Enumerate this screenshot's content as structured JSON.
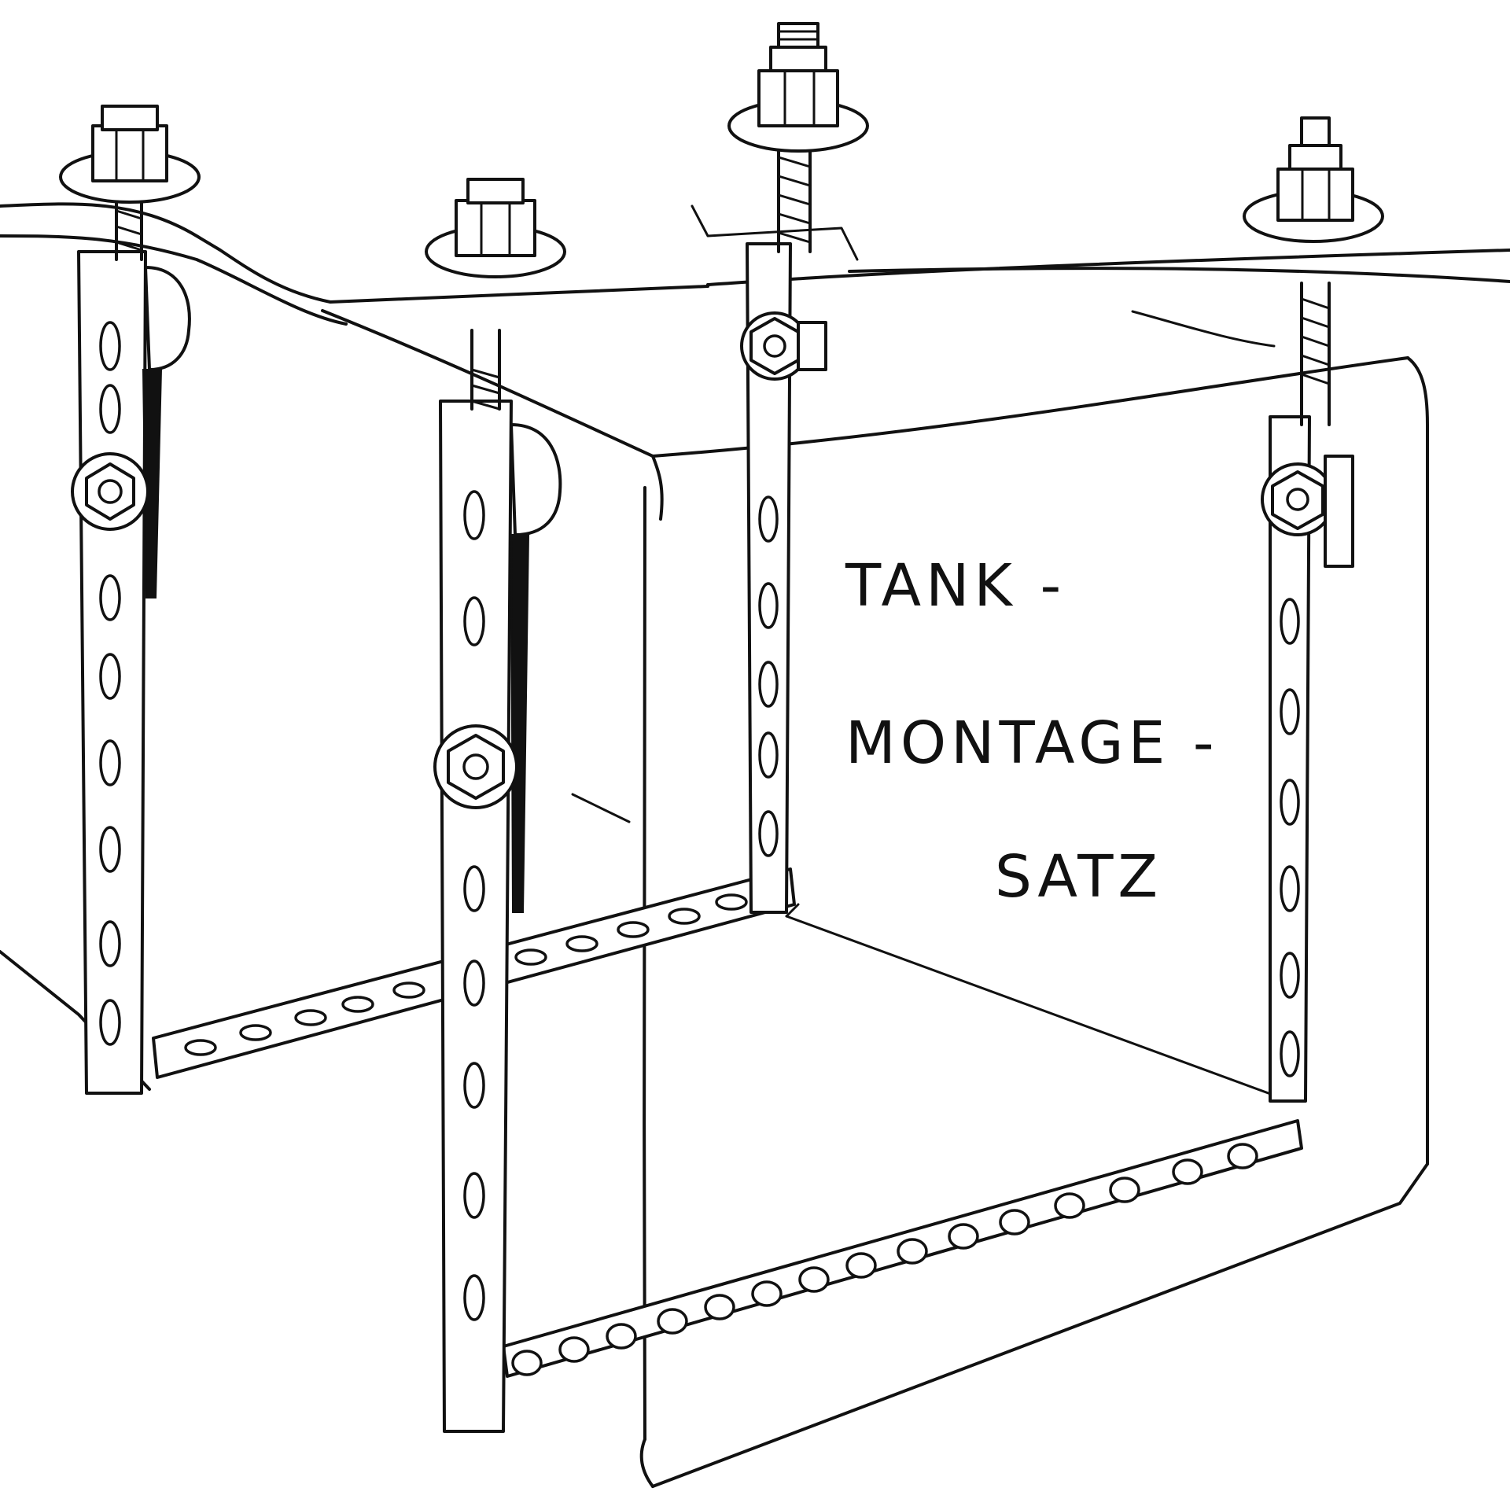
{
  "label": {
    "line1": "TANK -",
    "line2": "MONTAGE -",
    "line3": "SATZ"
  },
  "colors": {
    "ink": "#111111",
    "paper": "#ffffff"
  }
}
